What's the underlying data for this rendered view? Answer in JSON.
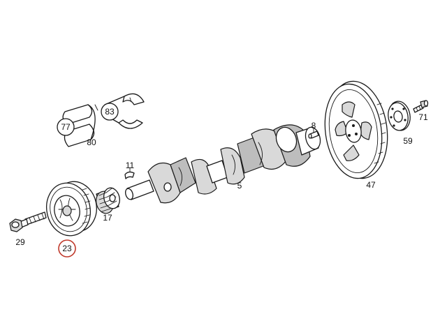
{
  "diagram": {
    "highlight_color": "#c0392b",
    "callouts": {
      "c77": "77",
      "c83": "83",
      "c80": "80",
      "c11": "11",
      "c17": "17",
      "c29": "29",
      "c23": "23",
      "c5": "5",
      "c8": "8",
      "c47": "47",
      "c59": "59",
      "c71": "71"
    },
    "highlighted_callout": "23"
  }
}
